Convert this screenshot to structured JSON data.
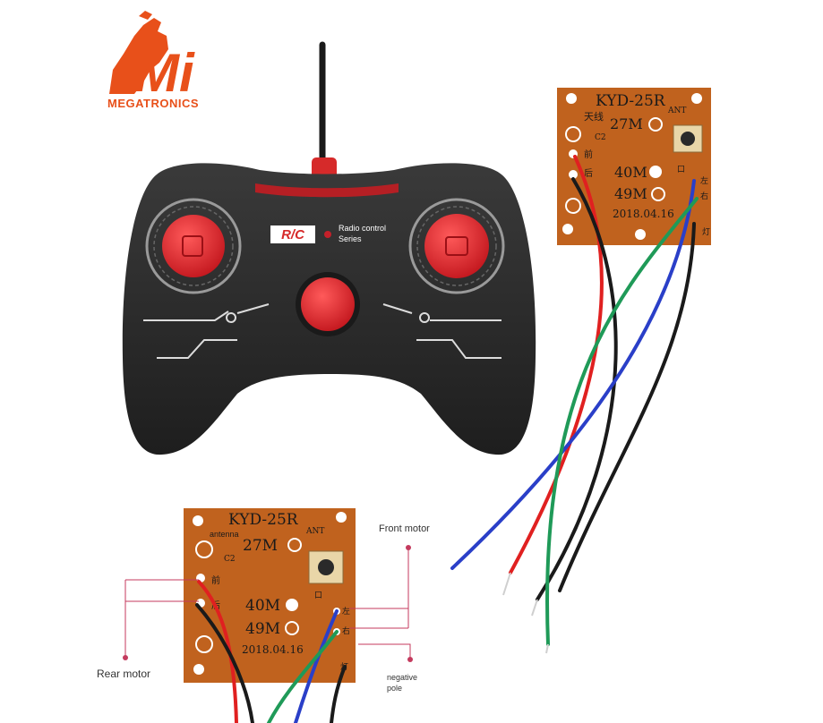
{
  "logo": {
    "mark": "Mi",
    "name": "MEGATRONICS"
  },
  "controller": {
    "badge": "R/C",
    "series_line1": "Radio control",
    "series_line2": "Series"
  },
  "board_top": {
    "model": "KYD-25R",
    "antenna_cn": "天线",
    "ant": "ANT",
    "f27": "27M",
    "f40": "40M",
    "f49": "49M",
    "date": "2018.04.16",
    "c2": "C2",
    "front_cn": "前",
    "rear_cn": "后",
    "left_cn": "左",
    "right_cn": "右",
    "light_cn": "灯",
    "ground_cn": "口"
  },
  "board_bottom": {
    "model": "KYD-25R",
    "antenna_label": "antenna",
    "ant": "ANT",
    "f27": "27M",
    "f40": "40M",
    "f49": "49M",
    "date": "2018.04.16",
    "c2": "C2",
    "front_cn": "前",
    "rear_cn": "后",
    "left_cn": "左",
    "right_cn": "右",
    "light_cn": "灯",
    "ground_cn": "口"
  },
  "annotations": {
    "front_motor": "Front motor",
    "rear_motor": "Rear motor",
    "negative_pole_1": "negative",
    "negative_pole_2": "pole"
  },
  "colors": {
    "logo": "#e8501a",
    "pcb": "#c0621e",
    "controller_body": "#2b2b2b",
    "button_red": "#e3262d",
    "annotation_line": "#c43a5e"
  }
}
